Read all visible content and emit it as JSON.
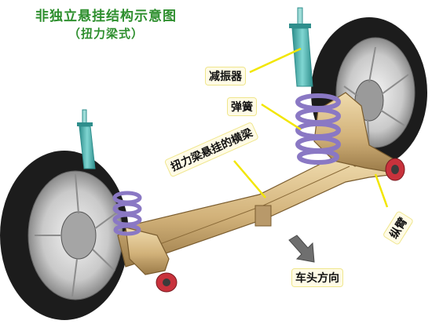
{
  "diagram": {
    "title_line1": "非独立悬挂结构示意图",
    "title_line2": "（扭力梁式）",
    "labels": {
      "shock_absorber": "减振器",
      "spring": "弹簧",
      "torsion_beam": "扭力梁悬挂的横梁",
      "trailing_arm": "纵臂",
      "direction": "车头方向"
    },
    "colors": {
      "title": "#2e8f2e",
      "leader": "#f2e600",
      "beam": "#d2b27a",
      "shock": "#4fb8b5",
      "spring": "#8a78c4",
      "tire": "#1c1c1c",
      "arrow": "#6f6f6f",
      "bushing": "#c8323c"
    }
  }
}
